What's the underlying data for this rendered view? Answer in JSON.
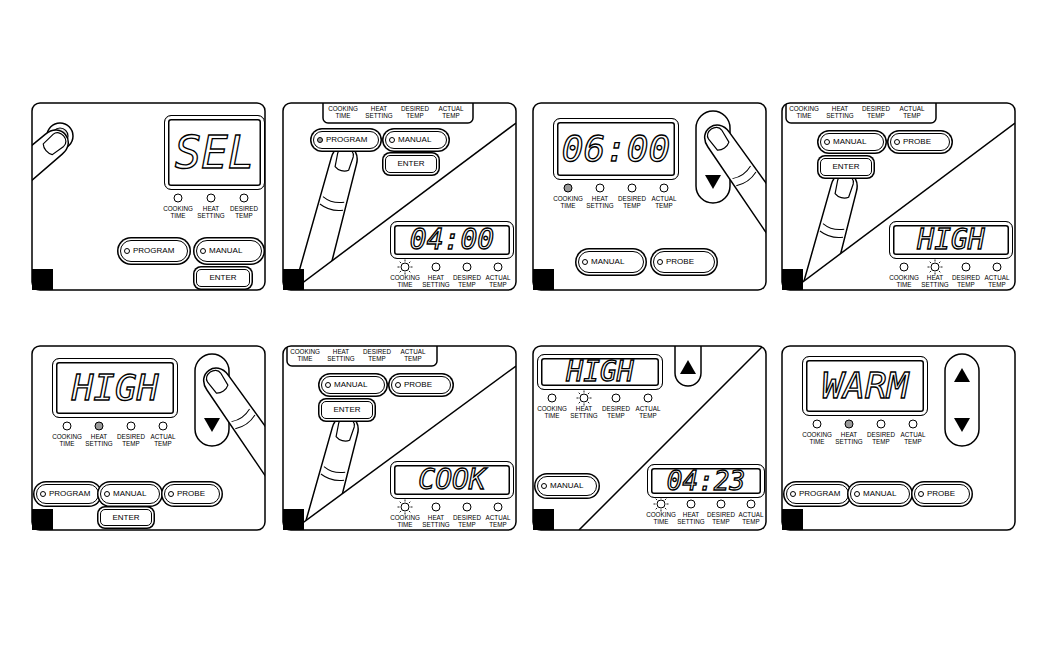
{
  "diagram": {
    "nodes": [
      {
        "text": [
          "SEL"
        ]
      },
      {
        "text": [
          "PROGRAM"
        ]
      },
      {
        "text": [
          "MANUAL"
        ]
      },
      {
        "text": [
          "ENTER"
        ]
      },
      {
        "text": [
          "PROGRAM"
        ]
      },
      {
        "text": [
          "MANUAL"
        ]
      },
      {
        "text": [
          "ENTER"
        ]
      },
      {
        "text": [
          "04:00"
        ]
      },
      {
        "text": [
          "06:00"
        ]
      },
      {
        "text": [
          "MANUAL"
        ]
      },
      {
        "text": [
          "PROBE"
        ]
      },
      {
        "text": [
          "MANUAL"
        ]
      },
      {
        "text": [
          "PROBE"
        ]
      },
      {
        "text": [
          "ENTER"
        ]
      },
      {
        "text": [
          "HIGH"
        ]
      },
      {
        "text": [
          "HIGH"
        ]
      },
      {
        "text": [
          "PROGRAM"
        ]
      },
      {
        "text": [
          "MANUAL"
        ]
      },
      {
        "text": [
          "PROBE"
        ]
      },
      {
        "text": [
          "ENTER"
        ]
      },
      {
        "text": [
          "MANUAL"
        ]
      },
      {
        "text": [
          "PROBE"
        ]
      },
      {
        "text": [
          "ENTER"
        ]
      },
      {
        "text": [
          "COOK"
        ]
      },
      {
        "text": [
          "HIGH"
        ]
      },
      {
        "text": [
          "MANUAL"
        ]
      },
      {
        "text": [
          "04:23"
        ]
      },
      {
        "text": [
          "WARM"
        ]
      },
      {
        "text": [
          "PROGRAM"
        ]
      },
      {
        "text": [
          "MANUAL"
        ]
      },
      {
        "text": [
          "PROBE"
        ]
      }
    ],
    "labels": [
      "COOKING TIME",
      "HEAT SETTING",
      "DESIRED TEMP",
      "COOKING TIME",
      "HEAT SETTING",
      "DESIRED TEMP",
      "ACTUAL TEMP",
      "COOKING TIME",
      "HEAT SETTING",
      "DESIRED TEMP",
      "ACTUAL TEMP",
      "COOKING TIME",
      "HEAT SETTING",
      "DESIRED TEMP",
      "ACTUAL TEMP",
      "COOKING TIME",
      "HEAT SETTING",
      "DESIRED TEMP",
      "ACTUAL TEMP",
      "COOKING TIME",
      "HEAT SETTING",
      "DESIRED TEMP",
      "ACTUAL TEMP",
      "COOKING TIME",
      "HEAT SETTING",
      "DESIRED TEMP",
      "ACTUAL TEMP",
      "COOKING TIME",
      "HEAT SETTING",
      "DESIRED TEMP",
      "ACTUAL TEMP",
      "COOKING TIME",
      "HEAT SETTING",
      "DESIRED TEMP",
      "ACTUAL TEMP",
      "COOKING TIME",
      "HEAT SETTING",
      "DESIRED TEMP",
      "ACTUAL TEMP",
      "COOKING TIME",
      "HEAT SETTING",
      "DESIRED TEMP",
      "ACTUAL TEMP",
      "COOKING TIME",
      "HEAT SETTING",
      "DESIRED TEMP",
      "ACTUAL TEMP"
    ]
  }
}
